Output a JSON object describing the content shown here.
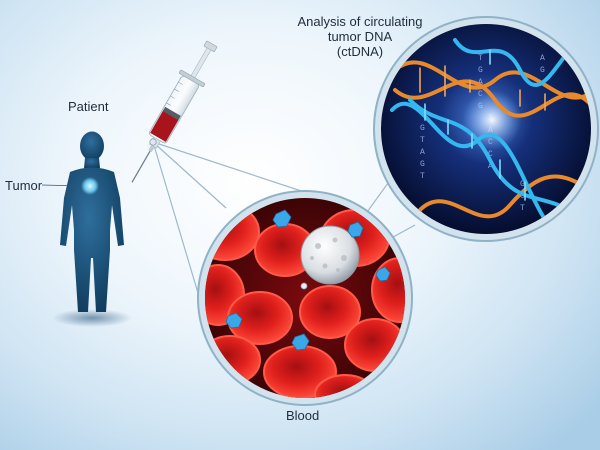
{
  "labels": {
    "patient": "Patient",
    "tumor": "Tumor",
    "blood": "Blood",
    "analysis_lines": [
      "Analysis of circulating",
      "tumor DNA",
      "(ctDNA)"
    ]
  },
  "colors": {
    "background_light": "#eef6fc",
    "body_silhouette": "#13456b",
    "tumor_marker": "#7fd4f6",
    "blood": "#a8141c",
    "red_blood_cells": "#d11a1a",
    "dna_blue": "#35b8f0",
    "dna_orange": "#e88a2c",
    "lens_rim": "#8fb2c7",
    "connector_lines": "#9fb9c9"
  },
  "icons": [
    "human-silhouette-icon",
    "syringe-icon",
    "red-blood-cell-icon",
    "white-blood-cell-icon",
    "ctdna-fragment-icon",
    "dna-double-helix-icon"
  ],
  "dna_letters": [
    "T",
    "G",
    "A",
    "C",
    "G",
    "T",
    "A",
    "C",
    "C",
    "A",
    "G",
    "T",
    "A",
    "G",
    "T",
    "G",
    "C",
    "T",
    "A",
    "G"
  ]
}
